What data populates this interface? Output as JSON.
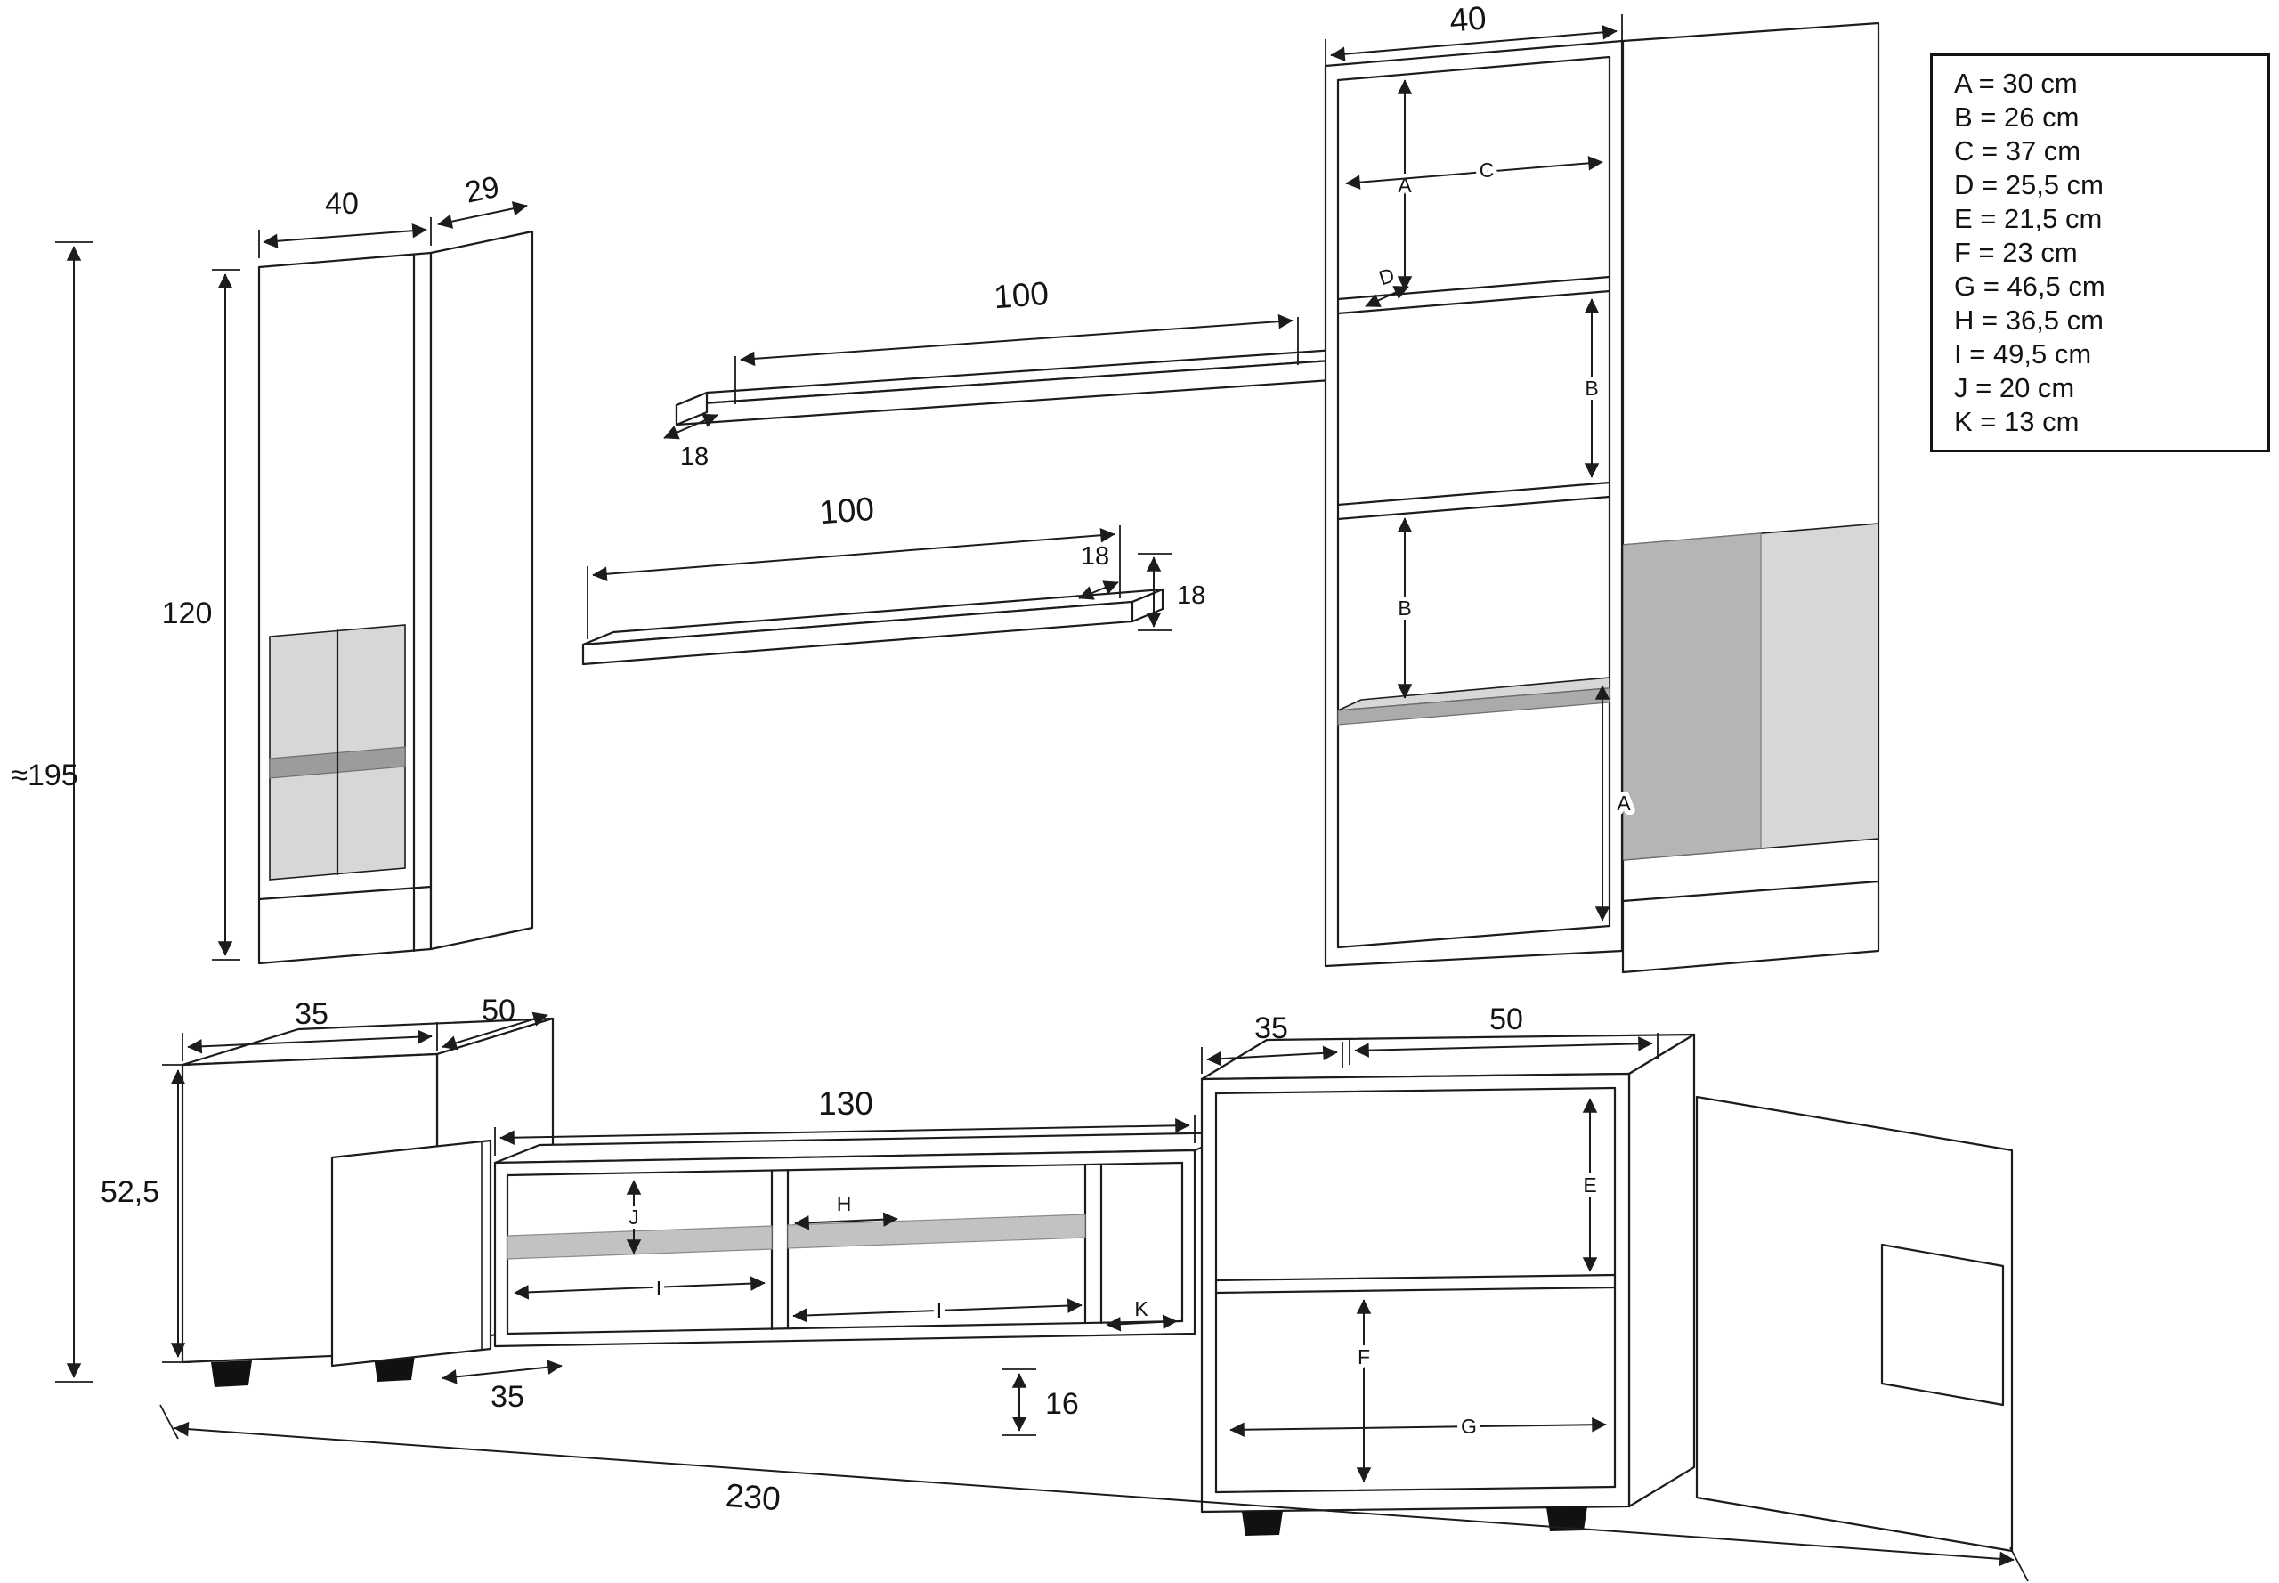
{
  "diagram": {
    "type": "furniture-wall-unit-dimension-diagram",
    "unit": "cm"
  },
  "legend": {
    "items": [
      "A = 30 cm",
      "B = 26 cm",
      "C = 37 cm",
      "D = 25,5 cm",
      "E = 21,5 cm",
      "F = 23 cm",
      "G = 46,5 cm",
      "H = 36,5 cm",
      "I = 49,5 cm",
      "J = 20 cm",
      "K = 13 cm"
    ]
  },
  "dimensions": {
    "total_height": "≈195",
    "total_width": "230",
    "tall_cabinet": {
      "width": "40",
      "depth": "29",
      "height": "120"
    },
    "top_shelf": {
      "length": "100",
      "depth": "18"
    },
    "bottom_shelf": {
      "length": "100",
      "depth": "18",
      "height": "18"
    },
    "right_unit": {
      "width": "40",
      "a_top": "A",
      "c": "C",
      "d": "D",
      "b_upper": "B",
      "b_lower": "B",
      "a_bottom": "A"
    },
    "left_cabinet": {
      "width": "35",
      "depth": "50",
      "height": "52,5",
      "door": "35"
    },
    "tv_stand": {
      "length": "130",
      "j": "J",
      "h": "H",
      "i_left": "I",
      "i_right": "I",
      "k": "K",
      "clearance": "16"
    },
    "right_cabinet": {
      "depth": "35",
      "width": "50",
      "e": "E",
      "f": "F",
      "g": "G"
    }
  }
}
